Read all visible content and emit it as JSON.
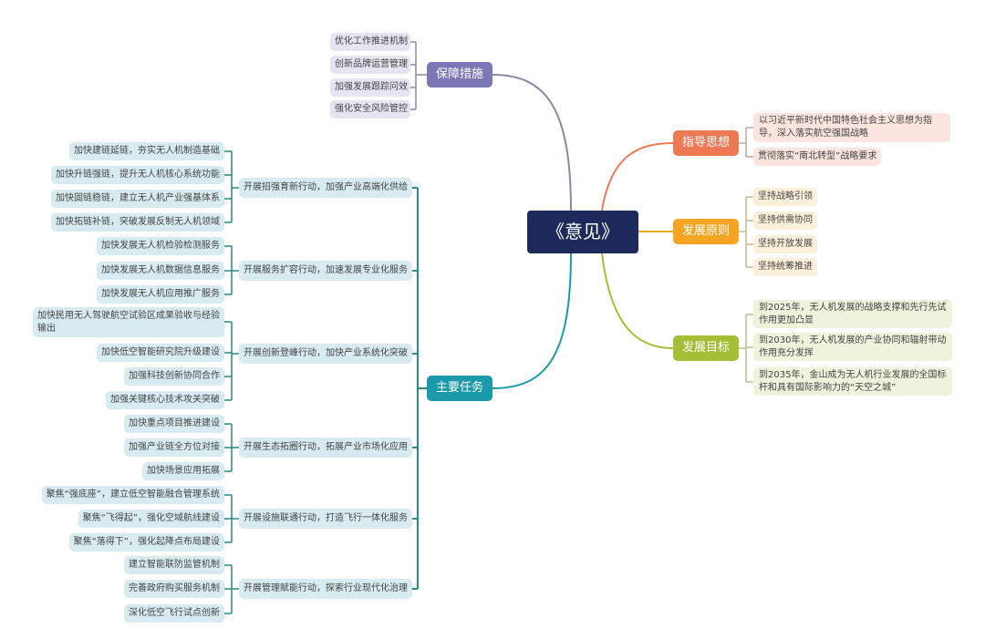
{
  "center": "《意见》",
  "guarantee": {
    "label": "保障措施",
    "items": [
      "优化工作推进机制",
      "创新品牌运营管理",
      "加强发展跟踪问效",
      "强化安全风险管控"
    ]
  },
  "tasks": {
    "label": "主要任务",
    "groups": [
      {
        "label": "开展招强育新行动，加强产业高端化供给",
        "items": [
          "加快建链延链，夯实无人机制造基础",
          "加快升链强链，提升无人机核心系统功能",
          "加快固链稳链，建立无人机产业强基体系",
          "加快拓链补链，突破发展反制无人机领域"
        ]
      },
      {
        "label": "开展服务扩容行动，加速发展专业化服务",
        "items": [
          "加快发展无人机检验检测服务",
          "加快发展无人机数据信息服务",
          "加快发展无人机应用推广服务"
        ]
      },
      {
        "label": "开展创新登峰行动，加快产业系统化突破",
        "items": [
          "加快民用无人驾驶航空试验区成果验收与经验输出",
          "加快低空智能研究院升级建设",
          "加强科技创新协同合作",
          "加强关键核心技术攻关突破"
        ]
      },
      {
        "label": "开展生态拓圈行动，拓展产业市场化应用",
        "items": [
          "加快重点项目推进建设",
          "加强产业链全方位对接",
          "加快场景应用拓展"
        ]
      },
      {
        "label": "开展设施联通行动，打造飞行一体化服务",
        "items": [
          "聚焦“强底座”，建立低空智能融合管理系统",
          "聚焦“飞得起”，强化空域航线建设",
          "聚焦“落得下”，强化起降点布局建设"
        ]
      },
      {
        "label": "开展管理赋能行动，探索行业现代化治理",
        "items": [
          "建立智能联防监管机制",
          "完善政府购买服务机制",
          "深化低空飞行试点创新"
        ]
      }
    ]
  },
  "guiding": {
    "label": "指导思想",
    "items": [
      "以习近平新时代中国特色社会主义思想为指导，深入落实航空强国战略",
      "贯彻落实“南北转型”战略要求"
    ]
  },
  "principles": {
    "label": "发展原则",
    "items": [
      "坚持战略引领",
      "坚持供需协同",
      "坚持开放发展",
      "坚持统筹推进"
    ]
  },
  "goals": {
    "label": "发展目标",
    "items": [
      "到2025年，无人机发展的战略支撑和先行先试作用更加凸显",
      "到2030年，无人机发展的产业协同和辐射带动作用充分发挥",
      "到2035年，金山成为无人机行业发展的全国标杆和具有国际影响力的“天空之城”"
    ]
  },
  "colors": {
    "center": "#1f2a5c",
    "guarantee": "#7b77b7",
    "tasks": "#1b9aac",
    "guiding": "#ee7a55",
    "principles": "#f5a524",
    "goals": "#a3bf35"
  }
}
